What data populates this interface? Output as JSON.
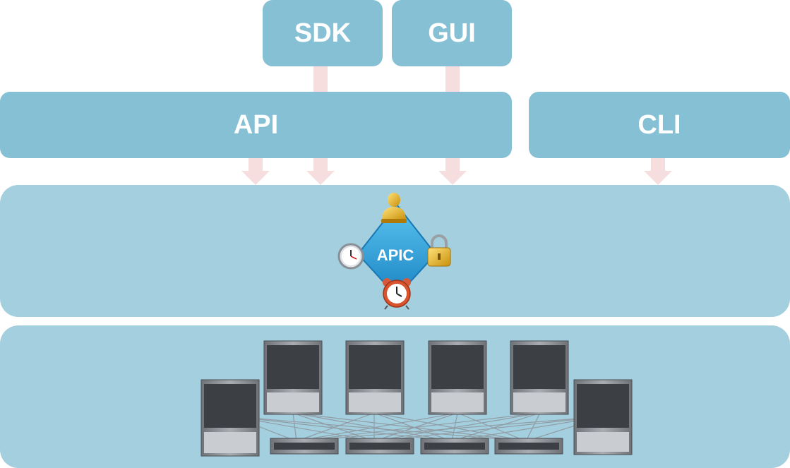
{
  "boxes": {
    "sdk": "SDK",
    "gui": "GUI",
    "api": "API",
    "cli": "CLI"
  },
  "controller": {
    "label": "APIC"
  },
  "colors": {
    "top_box": "#86c0d5",
    "layer": "#a3cfdf",
    "arrow": "#f6dede",
    "apic_diamond": "#2aa3dc"
  },
  "icons": [
    "user-icon",
    "clock-icon",
    "lock-icon",
    "alarm-clock-icon",
    "switch-chassis-icon",
    "switch-icon"
  ]
}
